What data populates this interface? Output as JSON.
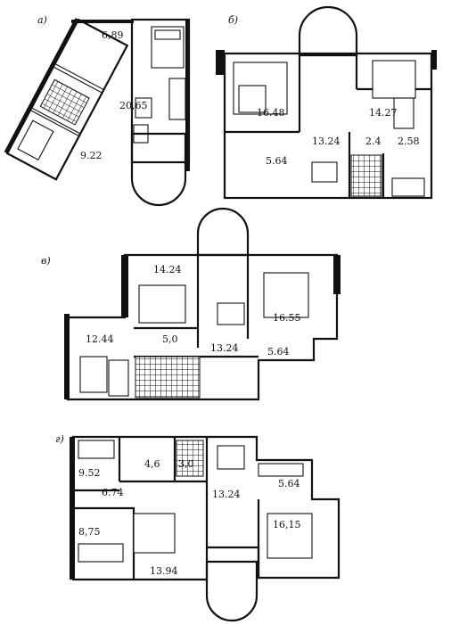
{
  "plans": [
    {
      "id": "a",
      "label": "а)",
      "rooms": [
        {
          "name": "room-6-89",
          "area": "6,89"
        },
        {
          "name": "room-20-65",
          "area": "20,65"
        },
        {
          "name": "room-9-22",
          "area": "9.22"
        }
      ]
    },
    {
      "id": "b",
      "label": "б)",
      "rooms": [
        {
          "name": "room-16-48",
          "area": "16.48"
        },
        {
          "name": "room-14-27",
          "area": "14.27"
        },
        {
          "name": "room-13-24",
          "area": "13.24"
        },
        {
          "name": "room-2-4",
          "area": "2.4"
        },
        {
          "name": "room-2-58",
          "area": "2.58"
        },
        {
          "name": "room-5-64",
          "area": "5.64"
        }
      ]
    },
    {
      "id": "v",
      "label": "в)",
      "rooms": [
        {
          "name": "room-14-24",
          "area": "14.24"
        },
        {
          "name": "room-16-55",
          "area": "16.55"
        },
        {
          "name": "room-12-44",
          "area": "12.44"
        },
        {
          "name": "room-5-0",
          "area": "5,0"
        },
        {
          "name": "room-13-24",
          "area": "13.24"
        },
        {
          "name": "room-5-64",
          "area": "5.64"
        }
      ]
    },
    {
      "id": "g",
      "label": "г)",
      "rooms": [
        {
          "name": "room-9-52",
          "area": "9.52"
        },
        {
          "name": "room-4-6",
          "area": "4,6"
        },
        {
          "name": "room-3-0",
          "area": "3,0"
        },
        {
          "name": "room-6-74",
          "area": "6.74"
        },
        {
          "name": "room-13-24",
          "area": "13.24"
        },
        {
          "name": "room-5-64",
          "area": "5.64"
        },
        {
          "name": "room-8-75",
          "area": "8,75"
        },
        {
          "name": "room-16-15",
          "area": "16,15"
        },
        {
          "name": "room-13-94",
          "area": "13.94"
        }
      ]
    }
  ]
}
